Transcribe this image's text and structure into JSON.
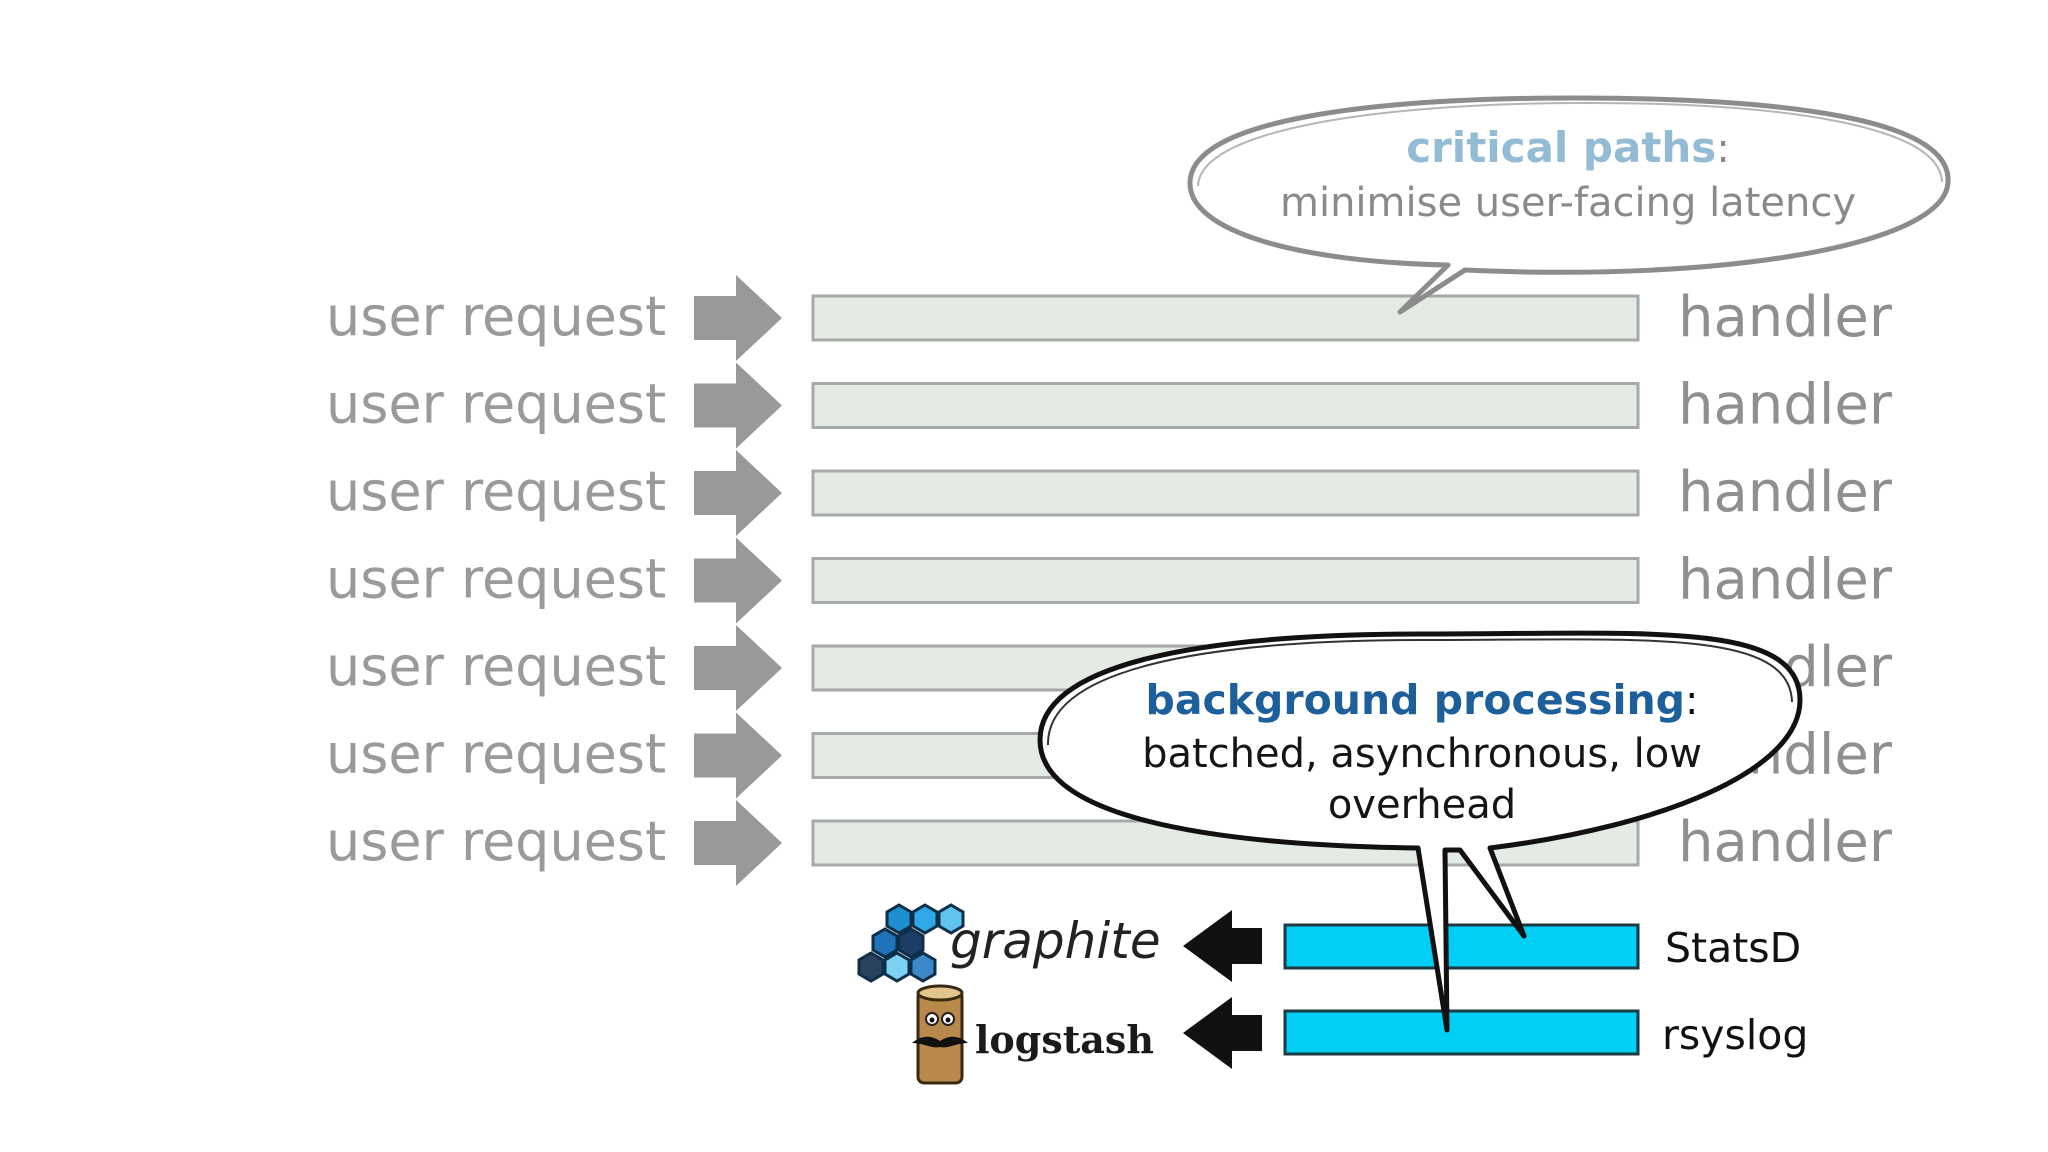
{
  "request_label": "user request",
  "handler_label": "handler",
  "request_rows": 7,
  "colors": {
    "arrow_gray": "#999999",
    "arrow_black": "#111111",
    "bar_fill": "#e4ebe4",
    "bar_stroke": "#a6aaa6",
    "cyan_fill": "#00cff5",
    "cyan_stroke": "#1b3a44"
  },
  "critical_bubble": {
    "title": "critical paths",
    "colon": ":",
    "text": "minimise user-facing latency"
  },
  "background_bubble": {
    "title": "background processing",
    "colon": ":",
    "line1": "batched, asynchronous, low",
    "line2": "overhead"
  },
  "services": [
    {
      "logo": "graphite",
      "logo_icon": "hexagon-cluster-icon",
      "bar_label": "StatsD"
    },
    {
      "logo": "logstash",
      "logo_icon": "log-mascot-icon",
      "bar_label": "rsyslog"
    }
  ]
}
